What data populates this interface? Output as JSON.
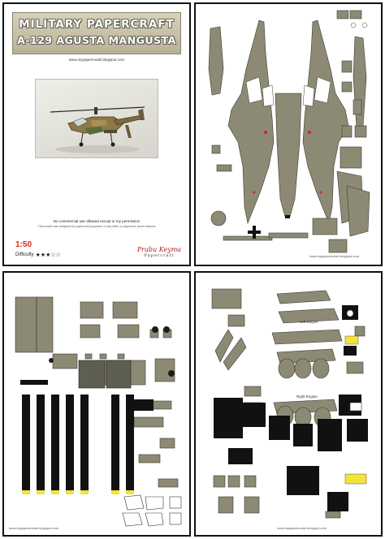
{
  "cover": {
    "title": "MILITARY PAPERCRAFT",
    "subtitle": "A-129 AGUSTA MANGUSTA",
    "url": "www.mypapermodel.blogspot.com",
    "note_line_1": "No commercial use allowed except in my permission",
    "note_line_2": "This model was designed for papercraft purposes. It may differ in original for some reasons",
    "scale": "1:50",
    "difficulty_label": "Difficulty",
    "difficulty_stars": "★★★☆☆",
    "difficulty_rating": 3,
    "logo_name": "Prabu Keyma",
    "logo_sub": "Papercraft"
  },
  "pages": [
    {
      "url": "www.mypapermodel.blogspot.com"
    },
    {
      "url": "www.mypapermodel.blogspot.com"
    },
    {
      "url": "www.mypapermodel.blogspot.com",
      "label_left_engine": "Left Engine",
      "label_right_engine": "Right Engine"
    }
  ],
  "colors": {
    "part_fill": "#8c8a74",
    "part_stroke": "#3a3a32",
    "black_part": "#111111",
    "yellow_part": "#f4e23c",
    "canopy": "#ffffff",
    "red_mark": "#c62828"
  }
}
